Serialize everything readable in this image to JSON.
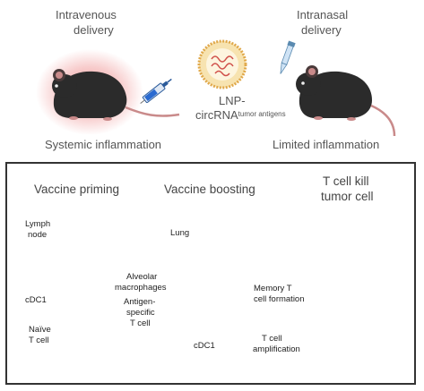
{
  "top": {
    "iv_line1": "Intravenous",
    "iv_line2": "delivery",
    "in_line1": "Intranasal",
    "in_line2": "delivery",
    "lnp_line1": "LNP-",
    "lnp_line2": "circRNA",
    "lnp_sup": "tumor antigens",
    "systemic": "Systemic inflammation",
    "limited": "Limited inflammation"
  },
  "panel": {
    "priming": "Vaccine priming",
    "boosting": "Vaccine boosting",
    "kill_line1": "T cell kill",
    "kill_line2": "tumor cell",
    "lymph_line1": "Lymph",
    "lymph_line2": "node",
    "lung": "Lung",
    "cdc1_a": "cDC1",
    "naive_line1": "Naïve",
    "naive_line2": "T cell",
    "alv_line1": "Alveolar",
    "alv_line2": "macrophages",
    "ag_line1": "Antigen-",
    "ag_line2": "specific",
    "ag_line3": "T cell",
    "cdc1_b": "cDC1",
    "mem_line1": "Memory T",
    "mem_line2": "cell formation",
    "amp_line1": "T cell",
    "amp_line2": "amplification"
  },
  "colors": {
    "mouse": "#2b2b2b",
    "inflammation": "#e23b3b",
    "lnp": "#f2b84b",
    "dc": "#9b8fd6",
    "tcell": "#4fbf6b",
    "lung": "#d98a9a",
    "lymph": "#c8de8e",
    "tumor": "#c8374a"
  }
}
